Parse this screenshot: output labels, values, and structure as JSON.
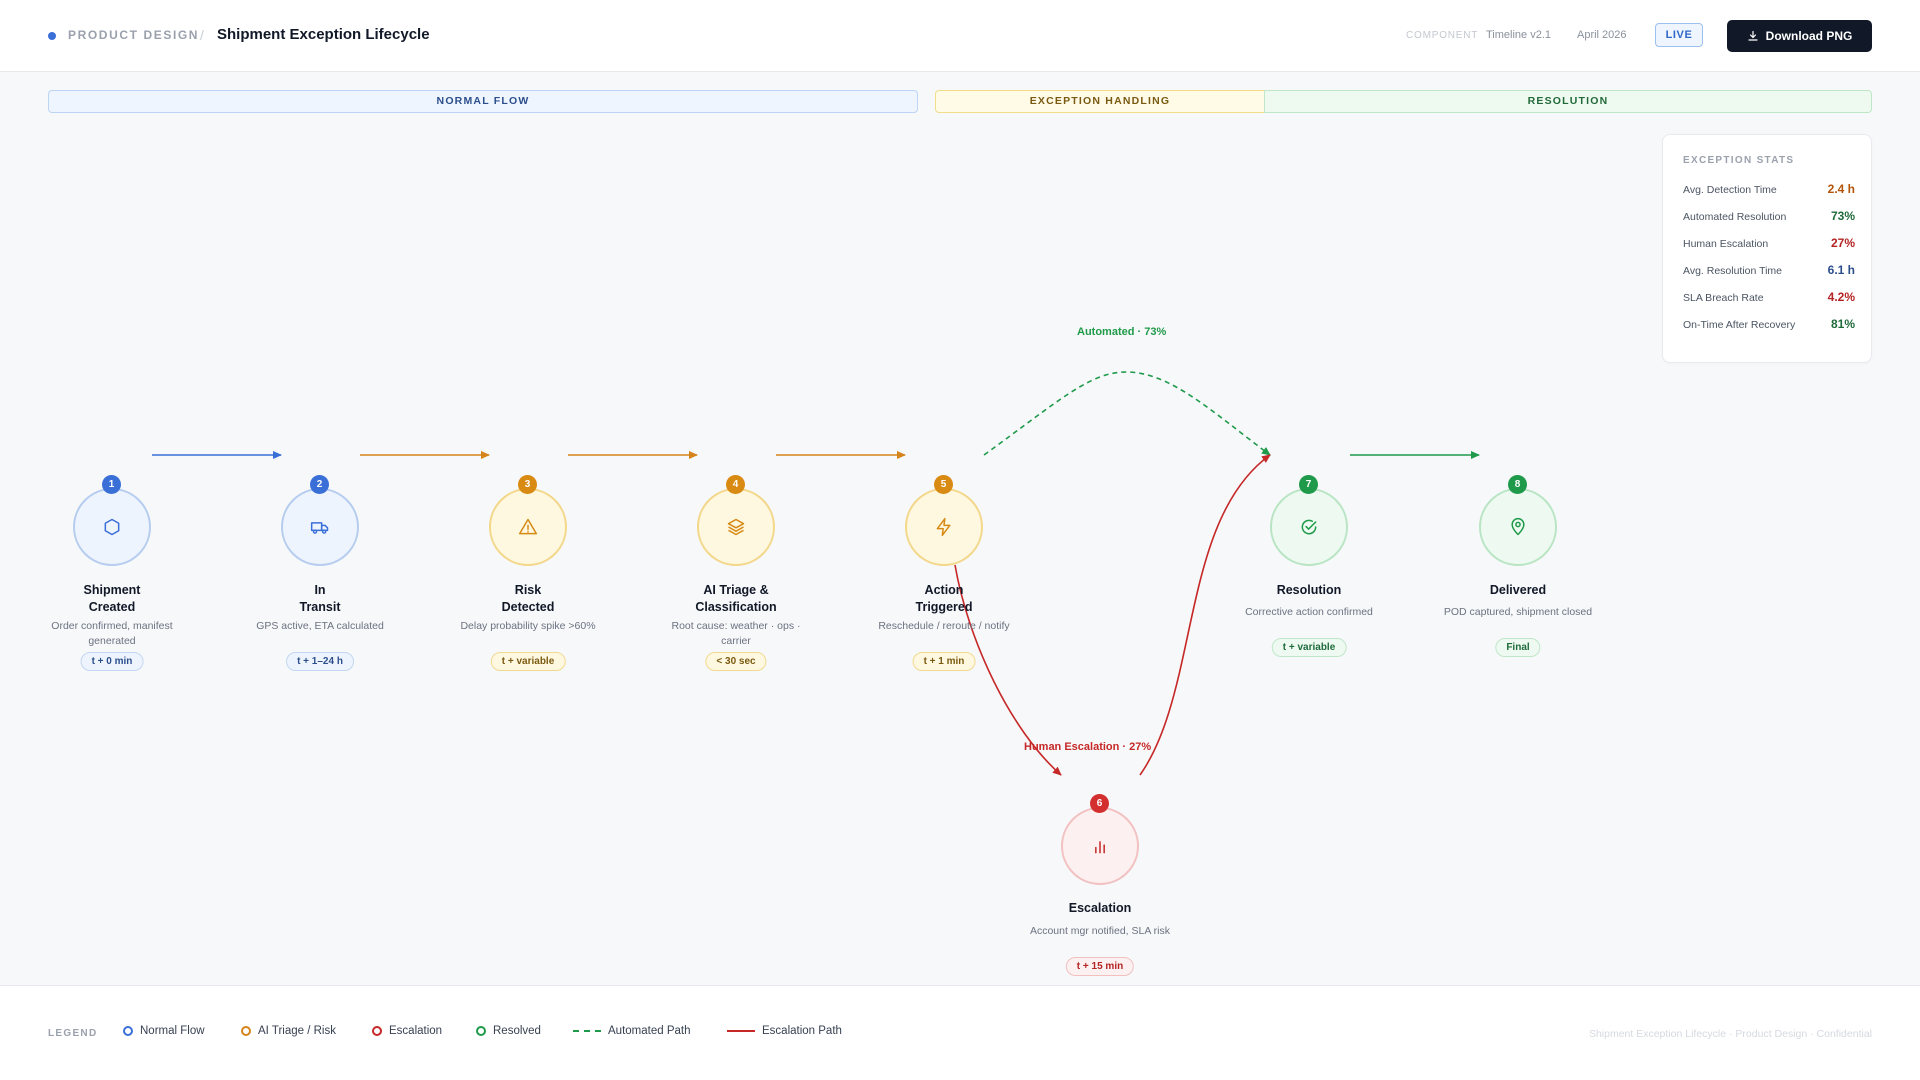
{
  "header": {
    "section": "PRODUCT DESIGN",
    "separator": "/",
    "title": "Shipment Exception Lifecycle",
    "component_label": "COMPONENT",
    "component_value": "Timeline v2.1",
    "date": "April 2026",
    "status_badge": "LIVE",
    "download_label": "Download PNG"
  },
  "phases": {
    "normal": "NORMAL FLOW",
    "exception": "EXCEPTION HANDLING",
    "resolution": "RESOLUTION"
  },
  "stats": {
    "title": "EXCEPTION STATS",
    "rows": [
      {
        "label": "Avg. Detection Time",
        "value": "2.4 h",
        "color": "#b45309"
      },
      {
        "label": "Automated Resolution",
        "value": "73%",
        "color": "#1f6b3a"
      },
      {
        "label": "Human Escalation",
        "value": "27%",
        "color": "#b42323"
      },
      {
        "label": "Avg. Resolution Time",
        "value": "6.1 h",
        "color": "#2c4f8c"
      },
      {
        "label": "SLA Breach Rate",
        "value": "4.2%",
        "color": "#b42323"
      },
      {
        "label": "On-Time After Recovery",
        "value": "81%",
        "color": "#1f6b3a"
      }
    ]
  },
  "flow_labels": {
    "automated": "Automated · 73%",
    "escalation": "Human Escalation · 27%"
  },
  "nodes": [
    {
      "num": "1",
      "title_line1": "Shipment",
      "title_line2": "Created",
      "desc": "Order confirmed, manifest generated",
      "timing": "t + 0 min",
      "icon": "package-icon",
      "color": "blue"
    },
    {
      "num": "2",
      "title_line1": "In",
      "title_line2": "Transit",
      "desc": "GPS active, ETA calculated",
      "timing": "t + 1–24 h",
      "icon": "truck-icon",
      "color": "blue"
    },
    {
      "num": "3",
      "title_line1": "Risk",
      "title_line2": "Detected",
      "desc": "Delay probability spike >60%",
      "timing": "t + variable",
      "icon": "warning-icon",
      "color": "amber"
    },
    {
      "num": "4",
      "title_line1": "AI Triage &",
      "title_line2": "Classification",
      "desc": "Root cause: weather · ops · carrier",
      "timing": "< 30 sec",
      "icon": "layers-icon",
      "color": "amber"
    },
    {
      "num": "5",
      "title_line1": "Action",
      "title_line2": "Triggered",
      "desc": "Reschedule / reroute / notify",
      "timing": "t + 1 min",
      "icon": "lightning-icon",
      "color": "amber"
    },
    {
      "num": "6",
      "title_line1": "Escalation",
      "title_line2": "",
      "desc": "Account mgr notified, SLA risk",
      "timing": "t + 15 min",
      "icon": "bar-chart-icon",
      "color": "red"
    },
    {
      "num": "7",
      "title_line1": "Resolution",
      "title_line2": "",
      "desc": "Corrective action confirmed",
      "timing": "t + variable",
      "icon": "check-circle-icon",
      "color": "green"
    },
    {
      "num": "8",
      "title_line1": "Delivered",
      "title_line2": "",
      "desc": "POD captured, shipment closed",
      "timing": "Final",
      "icon": "map-pin-icon",
      "color": "green"
    }
  ],
  "legend": {
    "title": "LEGEND",
    "normal": "Normal Flow",
    "triage": "AI Triage / Risk",
    "escalation": "Escalation",
    "resolved": "Resolved",
    "automated_path": "Automated Path",
    "escalation_path": "Escalation Path"
  },
  "footer_note": "Shipment Exception Lifecycle · Product Design · Confidential"
}
